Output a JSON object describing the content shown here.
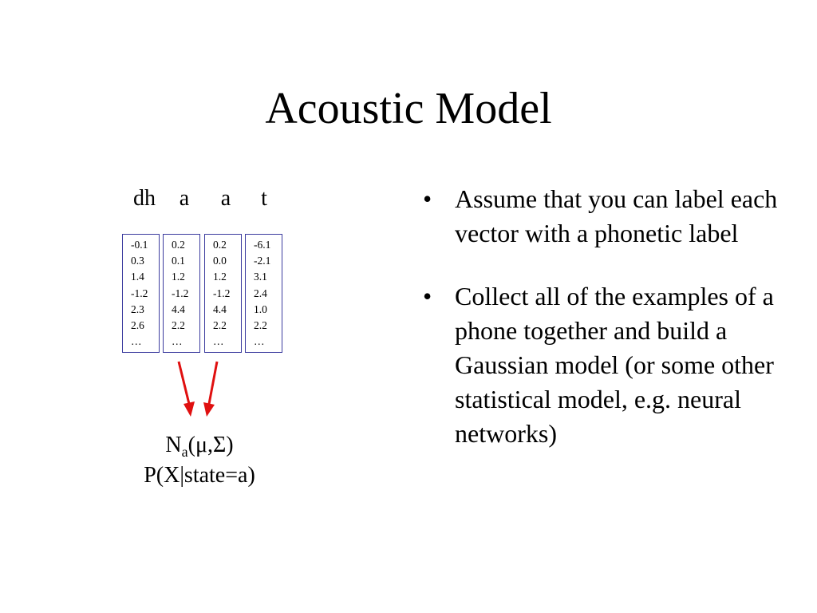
{
  "slide": {
    "title": "Acoustic Model"
  },
  "diagram": {
    "phone_labels": [
      "dh",
      "a",
      "a",
      "t"
    ],
    "vectors": [
      [
        "-0.1",
        "0.3",
        "1.4",
        "-1.2",
        "2.3",
        "2.6",
        "…"
      ],
      [
        "0.2",
        "0.1",
        "1.2",
        "-1.2",
        "4.4",
        "2.2",
        "…"
      ],
      [
        "0.2",
        "0.0",
        "1.2",
        "-1.2",
        "4.4",
        "2.2",
        "…"
      ],
      [
        "-6.1",
        "-2.1",
        "3.1",
        "2.4",
        "1.0",
        "2.2",
        "…"
      ]
    ],
    "arrow_color": "#e01010",
    "box_border_color": "#3b3b9e",
    "model": {
      "n_prefix": "N",
      "n_subscript": "a",
      "n_params": "(μ,Σ)",
      "probability": "P(X|state=a)"
    }
  },
  "bullets": [
    "Assume that you can label each vector with a phonetic label",
    "Collect all of the examples of a phone together and build a Gaussian model (or some other statistical model, e.g. neural networks)"
  ]
}
